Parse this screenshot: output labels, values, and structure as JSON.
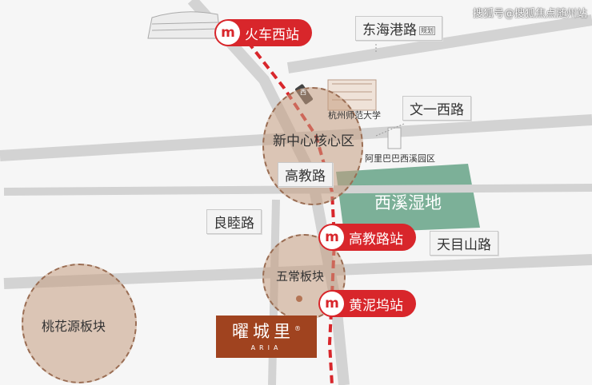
{
  "watermark": "搜狐号@搜狐焦点随州站",
  "colors": {
    "metro_red": "#d8262b",
    "zone_fill": "#c59d7f",
    "wetland_green": "#6fa98e",
    "road_gray": "#cfcfcf",
    "brand_brown": "#a0431f"
  },
  "stations": [
    {
      "name": "火车西站",
      "icon": "metro-logo"
    },
    {
      "name": "高教路站",
      "icon": "metro-logo"
    },
    {
      "name": "黄泥坞站",
      "icon": "metro-logo"
    }
  ],
  "roads": [
    {
      "name": "东海港路",
      "note": "规划"
    },
    {
      "name": "文一西路"
    },
    {
      "name": "高教路"
    },
    {
      "name": "良睦路"
    },
    {
      "name": "天目山路"
    }
  ],
  "zones": [
    {
      "name": "新中心核心区"
    },
    {
      "name": "五常板块"
    },
    {
      "name": "桃花源板块"
    }
  ],
  "landmarks": {
    "university": "杭州师范大学",
    "alibaba": "阿里巴巴西溪园区",
    "wetland": "西溪湿地",
    "train_badge": "西"
  },
  "project": {
    "name_cn": "曜城里",
    "mark": "®",
    "name_en": "ARIA"
  }
}
